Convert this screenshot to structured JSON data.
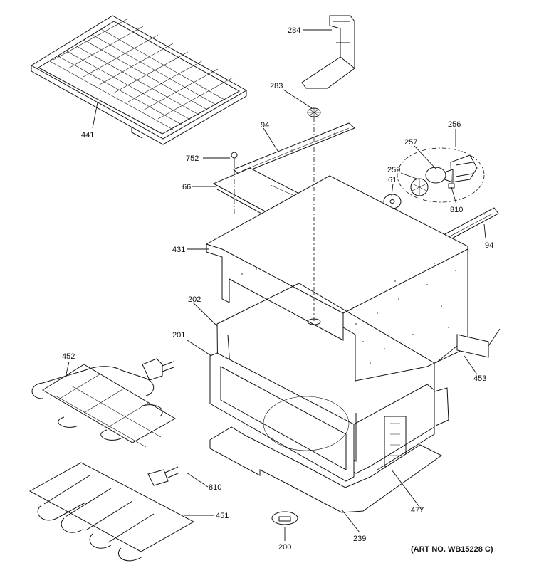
{
  "callouts": {
    "c284": "284",
    "c283": "283",
    "c441": "441",
    "c94a": "94",
    "c256": "256",
    "c257": "257",
    "c752": "752",
    "c259": "259",
    "c61": "61",
    "c66": "66",
    "c810a": "810",
    "c94b": "94",
    "c431": "431",
    "c202": "202",
    "c201": "201",
    "c452": "452",
    "c453": "453",
    "c810b": "810",
    "c477": "477",
    "c451": "451",
    "c239": "239",
    "c200": "200"
  },
  "art_number": "(ART NO. WB15228 C)"
}
